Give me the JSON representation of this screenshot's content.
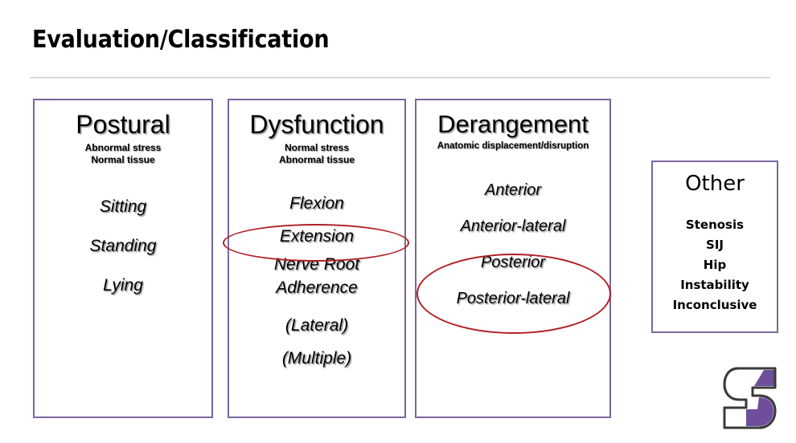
{
  "slide": {
    "title": "Evaluation/Classification",
    "accent_purple": "#7a679f",
    "highlight_red": "#b01f24",
    "background": "#ffffff",
    "rule_color": "#c9c9cf"
  },
  "categories": [
    {
      "id": "postural",
      "heading": "Postural",
      "subtitle_lines": [
        "Abnormal stress",
        "Normal tissue"
      ],
      "items": [
        "Sitting",
        "Standing",
        "Lying"
      ]
    },
    {
      "id": "dysfunction",
      "heading": "Dysfunction",
      "subtitle_lines": [
        "Normal stress",
        "Abnormal tissue"
      ],
      "items": [
        "Flexion",
        "Extension",
        "Nerve Root",
        "Adherence",
        "(Lateral)",
        "(Multiple)"
      ]
    },
    {
      "id": "derangement",
      "heading": "Derangement",
      "subtitle_lines": [
        "Anatomic displacement/disruption"
      ],
      "items": [
        "Anterior",
        "Anterior-lateral",
        "Posterior",
        "Posterior-lateral"
      ]
    }
  ],
  "other": {
    "heading": "Other",
    "items": [
      "Stenosis",
      "SIJ",
      "Hip",
      "Instability",
      "Inconclusive"
    ]
  },
  "highlights": [
    {
      "id": "extension",
      "target": "Extension"
    },
    {
      "id": "posterior",
      "target": "Posterior / Posterior-lateral"
    }
  ],
  "logo": {
    "name": "school-s-logo",
    "letter": "S",
    "purple": "#6f4e9c",
    "outline": "#3a3a3a"
  }
}
